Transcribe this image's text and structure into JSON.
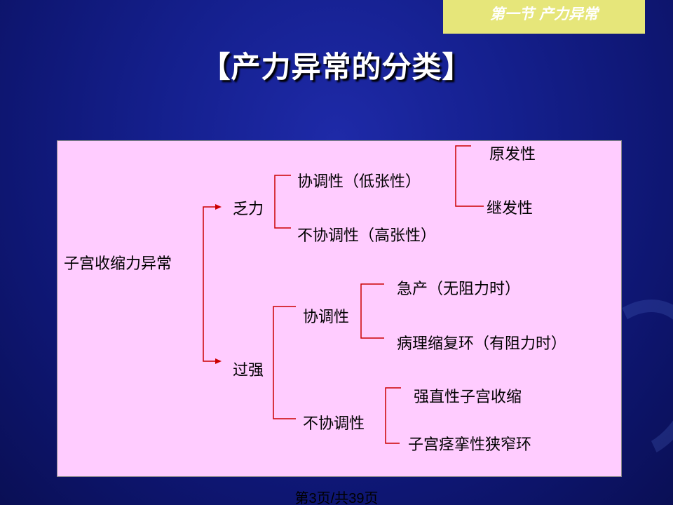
{
  "header": {
    "section_label": "第一节 产力异常",
    "title": "【产力异常的分类】"
  },
  "diagram": {
    "root": "子宫收缩力异常",
    "weak": {
      "label": "乏力",
      "coordinated": "协调性（低张性）",
      "primary": "原发性",
      "secondary": "继发性",
      "uncoordinated": "不协调性（高张性）"
    },
    "strong": {
      "label": "过强",
      "coordinated": "协调性",
      "precipitous": "急产（无阻力时）",
      "pathological_ring": "病理缩复环（有阻力时）",
      "uncoordinated": "不协调性",
      "tetanic": "强直性子宫收缩",
      "constriction_ring": "子宫痉挛性狭窄环"
    },
    "line_color": "#cc0000"
  },
  "footer": {
    "page_number": "第3页/共39页"
  }
}
